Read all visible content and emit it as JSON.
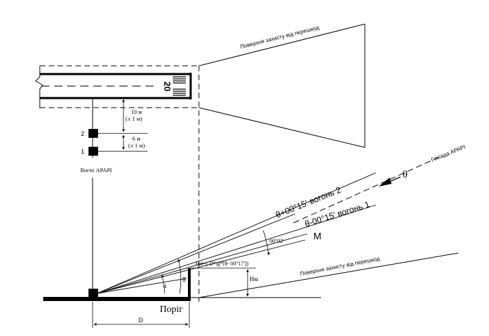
{
  "labels": {
    "upper_surface": "Поверхня захисту від перешкод",
    "lower_surface": "Поверхня захисту від перешкод",
    "glide_path": "Глісада APAPI",
    "lights_caption": "Вогні APAPI",
    "light_1": "1",
    "light_2": "2",
    "runway_designator": "20",
    "dist_10_value": "10 м",
    "dist_10_tol": "(± 1 м)",
    "dist_6_value": "6 м",
    "dist_6_tol": "(± 1 м)",
    "theta_symbol": "θ",
    "beam_upper": "θ+00°15' вогонь 2",
    "beam_lower": "θ-00°15' вогонь 1",
    "beam_m": "M",
    "angle_002": "00°02'",
    "formula": "Hм=( D*tg*[θ- 00°17'])",
    "hm_label": "Hм",
    "alpha_label": "α",
    "theta_small": "θ",
    "threshold": "Поріг",
    "distance_d": "D"
  }
}
